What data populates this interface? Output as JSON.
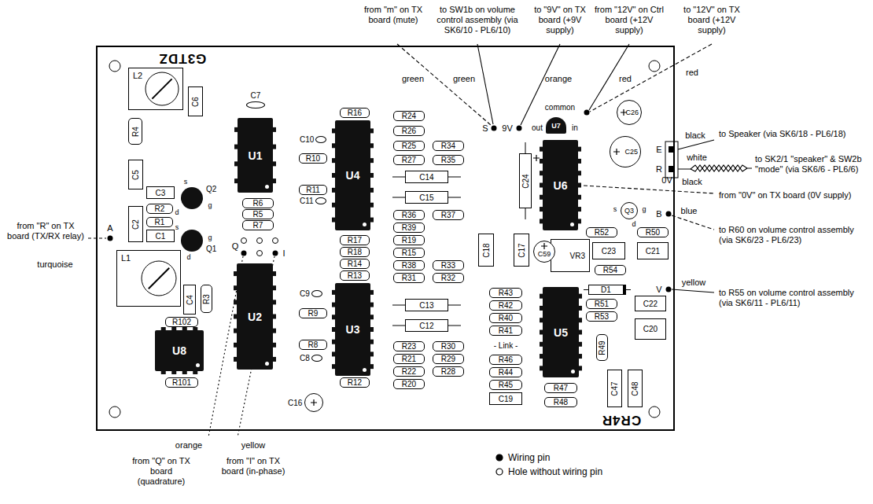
{
  "diagram": {
    "nodes": [
      {
        "text": [
          "G3TDZ",
          "CR4R"
        ]
      },
      {
        "text": [
          "L2"
        ],
        "in": 0
      },
      {
        "text": [
          "C7"
        ],
        "in": 0
      },
      {
        "text": [
          "R16"
        ],
        "in": 0
      },
      {
        "text": [
          "R24"
        ],
        "in": 0
      },
      {
        "text": [
          "C6"
        ],
        "in": 0
      },
      {
        "text": [
          "R4"
        ],
        "in": 0
      },
      {
        "text": [
          "U1"
        ],
        "in": 0
      },
      {
        "text": [
          "C10"
        ],
        "in": 0
      },
      {
        "text": [
          "U4"
        ],
        "in": 0
      },
      {
        "text": [
          "R26"
        ],
        "in": 0
      },
      {
        "text": [
          "R25"
        ],
        "in": 0
      },
      {
        "text": [
          "R34"
        ],
        "in": 0
      },
      {
        "text": [
          "R27"
        ],
        "in": 0
      },
      {
        "text": [
          "R35"
        ],
        "in": 0
      },
      {
        "text": [
          "R10"
        ],
        "in": 0
      },
      {
        "text": [
          "U7"
        ],
        "in": 0
      },
      {
        "text": [
          "C24"
        ],
        "in": 0
      },
      {
        "text": [
          "U6"
        ],
        "in": 0
      },
      {
        "text": [
          "C26"
        ],
        "in": 0
      },
      {
        "text": [
          "C25"
        ],
        "in": 0
      },
      {
        "text": [
          "C5"
        ],
        "in": 0
      },
      {
        "text": [
          "C14"
        ],
        "in": 0
      },
      {
        "text": [
          "R11"
        ],
        "in": 0
      },
      {
        "text": [
          "C3"
        ],
        "in": 0
      },
      {
        "text": [
          "C15"
        ],
        "in": 0
      },
      {
        "text": [
          "Q2"
        ],
        "in": 0
      },
      {
        "text": [
          "C11"
        ],
        "in": 0
      },
      {
        "text": [
          "R6"
        ],
        "in": 0
      },
      {
        "text": [
          "R2"
        ],
        "in": 0
      },
      {
        "text": [
          "C2"
        ],
        "in": 0
      },
      {
        "text": [
          "R36"
        ],
        "in": 0
      },
      {
        "text": [
          "R37"
        ],
        "in": 0
      },
      {
        "text": [
          "R5"
        ],
        "in": 0
      },
      {
        "text": [
          "Q3"
        ],
        "in": 0
      },
      {
        "text": [
          "R1"
        ],
        "in": 0
      },
      {
        "text": [
          "R7"
        ],
        "in": 0
      },
      {
        "text": [
          "R39"
        ],
        "in": 0
      },
      {
        "text": [
          "C1"
        ],
        "in": 0
      },
      {
        "text": [
          "R52"
        ],
        "in": 0
      },
      {
        "text": [
          "R50"
        ],
        "in": 0
      },
      {
        "text": [
          "C18"
        ],
        "in": 0
      },
      {
        "text": [
          "C17"
        ],
        "in": 0
      },
      {
        "text": [
          "R17"
        ],
        "in": 0
      },
      {
        "text": [
          "R19"
        ],
        "in": 0
      },
      {
        "text": [
          "Q1"
        ],
        "in": 0
      },
      {
        "text": [
          "VR3"
        ],
        "in": 0
      },
      {
        "text": [
          "C59"
        ],
        "in": 0
      },
      {
        "text": [
          "C23"
        ],
        "in": 0
      },
      {
        "text": [
          "C21"
        ],
        "in": 0
      },
      {
        "text": [
          "R18"
        ],
        "in": 0
      },
      {
        "text": [
          "R15"
        ],
        "in": 0
      },
      {
        "text": [
          "R14"
        ],
        "in": 0
      },
      {
        "text": [
          "R38"
        ],
        "in": 0
      },
      {
        "text": [
          "R33"
        ],
        "in": 0
      },
      {
        "text": [
          "U2"
        ],
        "in": 0
      },
      {
        "text": [
          "R54"
        ],
        "in": 0
      },
      {
        "text": [
          "R13"
        ],
        "in": 0
      },
      {
        "text": [
          "R31"
        ],
        "in": 0
      },
      {
        "text": [
          "R32"
        ],
        "in": 0
      },
      {
        "text": [
          "U3"
        ],
        "in": 0
      },
      {
        "text": [
          "U5"
        ],
        "in": 0
      },
      {
        "text": [
          "R43"
        ],
        "in": 0
      },
      {
        "text": [
          "D1"
        ],
        "in": 0
      },
      {
        "text": [
          "C9"
        ],
        "in": 0
      },
      {
        "text": [
          "L1"
        ],
        "in": 0
      },
      {
        "text": [
          "R42"
        ],
        "in": 0
      },
      {
        "text": [
          "R51"
        ],
        "in": 0
      },
      {
        "text": [
          "C22"
        ],
        "in": 0
      },
      {
        "text": [
          "C13"
        ],
        "in": 0
      },
      {
        "text": [
          "C4"
        ],
        "in": 0
      },
      {
        "text": [
          "R3"
        ],
        "in": 0
      },
      {
        "text": [
          "R9"
        ],
        "in": 0
      },
      {
        "text": [
          "R40"
        ],
        "in": 0
      },
      {
        "text": [
          "R53"
        ],
        "in": 0
      },
      {
        "text": [
          "R102"
        ],
        "in": 0
      },
      {
        "text": [
          "C12"
        ],
        "in": 0
      },
      {
        "text": [
          "C20"
        ],
        "in": 0
      },
      {
        "text": [
          "R41"
        ],
        "in": 0
      },
      {
        "text": [
          "U8"
        ],
        "in": 0
      },
      {
        "text": [
          "R8"
        ],
        "in": 0
      },
      {
        "text": [
          "R23"
        ],
        "in": 0
      },
      {
        "text": [
          "R30"
        ],
        "in": 0
      },
      {
        "text": [
          "R49"
        ],
        "in": 0
      },
      {
        "text": [
          "R21"
        ],
        "in": 0
      },
      {
        "text": [
          "R29"
        ],
        "in": 0
      },
      {
        "text": [
          "R46"
        ],
        "in": 0
      },
      {
        "text": [
          "C8"
        ],
        "in": 0
      },
      {
        "text": [
          "R22"
        ],
        "in": 0
      },
      {
        "text": [
          "R28"
        ],
        "in": 0
      },
      {
        "text": [
          "R44"
        ],
        "in": 0
      },
      {
        "text": [
          "C47"
        ],
        "in": 0
      },
      {
        "text": [
          "C48"
        ],
        "in": 0
      },
      {
        "text": [
          "R101"
        ],
        "in": 0
      },
      {
        "text": [
          "R12"
        ],
        "in": 0
      },
      {
        "text": [
          "R20"
        ],
        "in": 0
      },
      {
        "text": [
          "R45"
        ],
        "in": 0
      },
      {
        "text": [
          "R47"
        ],
        "in": 0
      },
      {
        "text": [
          "C19"
        ],
        "in": 0
      },
      {
        "text": [
          "C16"
        ],
        "in": 0
      },
      {
        "text": [
          "R48"
        ],
        "in": 0
      }
    ],
    "labels": [
      "from \"m\" on TX board (mute)",
      "to SW1b on volume control assembly (via SK6/10 - PL6/10)",
      "to \"9V\" on TX board (+9V supply)",
      "from \"12V\" on Ctrl board (+12V supply)",
      "to \"12V\" on TX board (+12V supply)",
      "green",
      "green",
      "orange",
      "red",
      "red",
      "S",
      "9V",
      "common",
      "out",
      "in",
      "black",
      "to Speaker (via SK6/18 - PL6/18)",
      "E",
      "R",
      "white",
      "to SK2/1 \"speaker\" & SW2b \"mode\" (via SK6/6 - PL6/6)",
      "black",
      "0V",
      "from \"0V\" on TX board (0V supply)",
      "B",
      "blue",
      "to R60 on volume control assembly (via SK6/23 - PL6/23)",
      "yellow",
      "V",
      "to R55 on volume control assembly (via SK6/11 - PL6/11)",
      "from \"R\" on TX board (TX/RX relay)",
      "A",
      "turquoise",
      "Q",
      "I",
      "s",
      "g",
      "d",
      "s",
      "g",
      "d",
      "s",
      "g",
      "d",
      "- Link -",
      "orange",
      "yellow",
      "from \"Q\" on TX board (quadrature)",
      "from \"I\" on TX board (in-phase)"
    ],
    "legend": [
      {
        "text": "Wiring pin"
      },
      {
        "text": "Hole without wiring pin"
      }
    ]
  }
}
